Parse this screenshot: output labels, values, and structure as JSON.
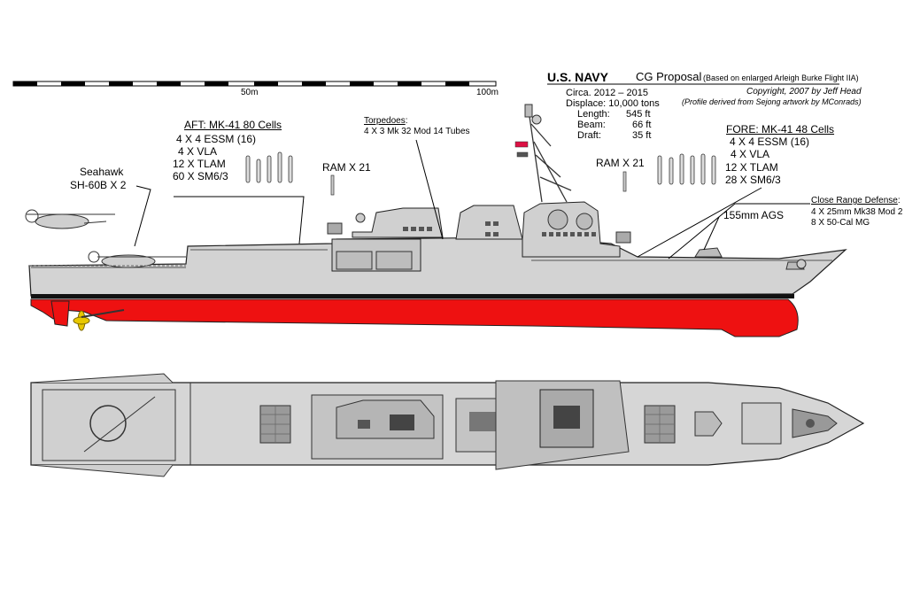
{
  "colors": {
    "hull_grey": "#d3d3d3",
    "hull_red": "#ee1111",
    "outline": "#222222",
    "propeller": "#e8c800",
    "window_dark": "#555555"
  },
  "scale": {
    "label_50": "50m",
    "label_100": "100m"
  },
  "title": {
    "main": "U.S. NAVY",
    "sub": "CG Proposal",
    "note": "(Based on enlarged Arleigh Burke Flight IIA)"
  },
  "specs": {
    "circa": "Circa. 2012 – 2015",
    "displace": "Displace: 10,000 tons",
    "length_label": "Length:",
    "length_value": "545 ft",
    "beam_label": "Beam:",
    "beam_value": "66 ft",
    "draft_label": "Draft:",
    "draft_value": "35 ft"
  },
  "credits": {
    "copyright": "Copyright, 2007 by Jeff Head",
    "profile": "(Profile derived from Sejong artwork by MConrads)"
  },
  "aft": {
    "title": "AFT: MK-41 80 Cells",
    "items": [
      "4 X 4 ESSM (16)",
      "4 X VLA",
      "12 X TLAM",
      "60 X SM6/3"
    ]
  },
  "fore": {
    "title": "FORE: MK-41 48 Cells",
    "items": [
      "4 X 4 ESSM (16)",
      "4 X VLA",
      "12 X TLAM",
      "28 X SM6/3"
    ]
  },
  "helo": {
    "name": "Seahawk",
    "model": "SH-60B X 2"
  },
  "torpedoes": {
    "title": "Torpedoes",
    "colon": ":",
    "desc": "4 X 3 Mk 32 Mod 14 Tubes"
  },
  "ram_aft": "RAM X 21",
  "ram_fore": "RAM X 21",
  "ags": "155mm AGS",
  "crd": {
    "title": "Close Range Defense",
    "colon": ":",
    "items": [
      "4 X 25mm Mk38 Mod 2",
      "8 X 50-Cal MG"
    ]
  }
}
